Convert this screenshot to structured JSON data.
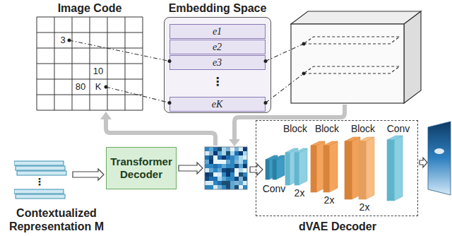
{
  "diagram": {
    "nodes": [
      {
        "text": [
          "Image Code"
        ]
      },
      {
        "text": [
          "Embedding Space"
        ]
      },
      {
        "text": [
          "e1"
        ],
        "in": 1
      },
      {
        "text": [
          "e2"
        ],
        "in": 1
      },
      {
        "text": [
          "e3"
        ],
        "in": 1
      },
      {
        "text": [
          "eK"
        ],
        "in": 1
      },
      {
        "text": [
          "Contextualized Representation M"
        ]
      },
      {
        "text": [
          "Transformer Decoder"
        ]
      },
      {
        "text": [
          "dVAE Decoder"
        ]
      }
    ],
    "edges": [
      {
        "from": 6,
        "to": 7,
        "arrow": "to"
      }
    ],
    "labels": [
      "3",
      "10",
      "80",
      "K",
      "⋮",
      "⋮",
      "Block",
      "Block",
      "Block",
      "Conv",
      "Conv",
      "2x",
      "2x",
      "2x"
    ]
  }
}
